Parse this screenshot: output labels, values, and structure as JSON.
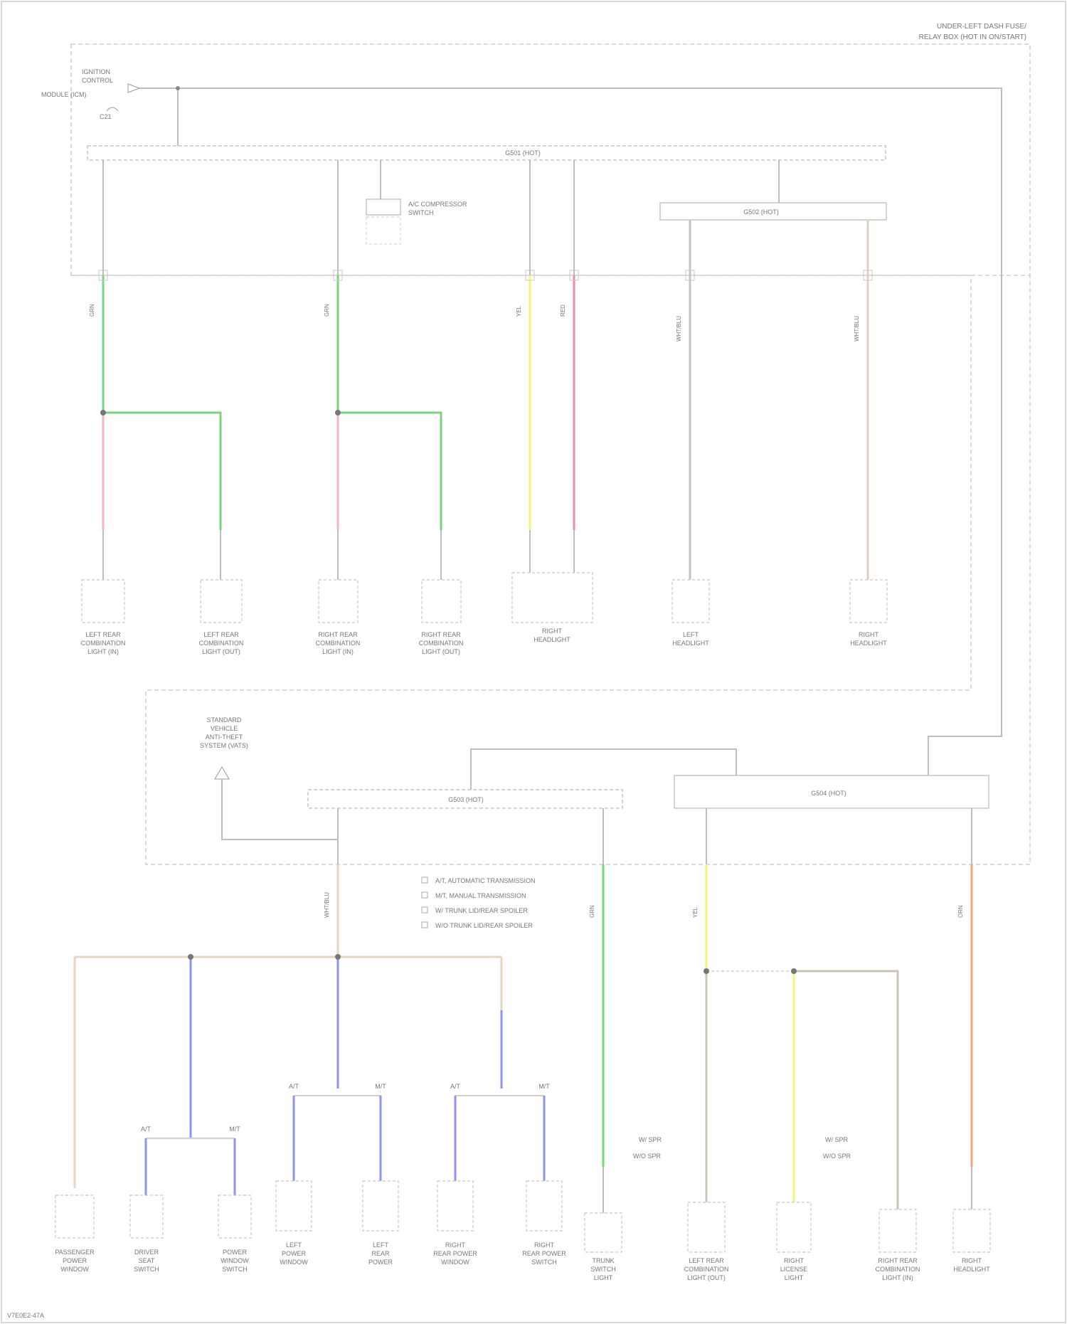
{
  "header": {
    "line1": "UNDER-LEFT DASH FUSE/",
    "line2": "RELAY BOX (HOT IN ON/START)"
  },
  "source": {
    "line1": "IGNITION",
    "line2": "CONTROL",
    "line3": "MODULE (ICM)",
    "fuse": "C21"
  },
  "buses": {
    "top_main": "G501 (HOT)",
    "top_right": "G502 (HOT)",
    "bottom_left": "G503 (HOT)",
    "bottom_right": "G504 (HOT)"
  },
  "subsidiary_switch": {
    "line1": "A/C COMPRESSOR",
    "line2": "SWITCH"
  },
  "warning_module": {
    "line1": "STANDARD",
    "line2": "VEHICLE",
    "line3": "ANTI-THEFT",
    "line4": "SYSTEM (VATS)"
  },
  "legend": [
    "A/T, AUTOMATIC TRANSMISSION",
    "M/T, MANUAL TRANSMISSION",
    "W/ TRUNK LID/REAR SPOILER",
    "W/O TRUNK LID/REAR SPOILER"
  ],
  "top_components": [
    {
      "line1": "LEFT REAR",
      "line2": "COMBINATION",
      "line3": "LIGHT (IN)"
    },
    {
      "line1": "LEFT REAR",
      "line2": "COMBINATION",
      "line3": "LIGHT (OUT)"
    },
    {
      "line1": "RIGHT REAR",
      "line2": "COMBINATION",
      "line3": "LIGHT (IN)"
    },
    {
      "line1": "RIGHT REAR",
      "line2": "COMBINATION",
      "line3": "LIGHT (OUT)"
    },
    {
      "line1": "RIGHT",
      "line2": "HEADLIGHT",
      "line3": ""
    },
    {
      "line1": "LEFT",
      "line2": "HEADLIGHT",
      "line3": ""
    },
    {
      "line1": "RIGHT",
      "line2": "HEADLIGHT",
      "line3": ""
    }
  ],
  "bottom_components": [
    {
      "line1": "PASSENGER",
      "line2": "POWER",
      "line3": "WINDOW"
    },
    {
      "line1": "DRIVER",
      "line2": "SEAT",
      "line3": "SWITCH"
    },
    {
      "line1": "POWER",
      "line2": "WINDOW",
      "line3": "SWITCH"
    },
    {
      "line1": "LEFT",
      "line2": "POWER",
      "line3": "WINDOW"
    },
    {
      "line1": "LEFT",
      "line2": "REAR",
      "line3": "POWER"
    },
    {
      "line1": "RIGHT",
      "line2": "REAR POWER",
      "line3": "WINDOW"
    },
    {
      "line1": "RIGHT",
      "line2": "REAR POWER",
      "line3": "SWITCH"
    },
    {
      "line1": "TRUNK",
      "line2": "SWITCH",
      "line3": "LIGHT"
    },
    {
      "line1": "LEFT REAR",
      "line2": "COMBINATION",
      "line3": "LIGHT (OUT)"
    },
    {
      "line1": "RIGHT",
      "line2": "LICENSE",
      "line3": "LIGHT"
    },
    {
      "line1": "RIGHT REAR",
      "line2": "COMBINATION",
      "line3": "LIGHT (IN)"
    },
    {
      "line1": "RIGHT",
      "line2": "HEADLIGHT",
      "line3": ""
    }
  ],
  "branch_labels": {
    "a1": "A/T",
    "b1": "M/T",
    "a2": "A/T",
    "b2": "M/T",
    "a3": "A/T",
    "b3": "M/T"
  },
  "side_notes": {
    "left_1": "W/ SPR",
    "left_2": "W/O SPR",
    "right_1": "W/ SPR",
    "right_2": "W/O SPR"
  },
  "wire_colors": {
    "w1": "GRN",
    "w2": "GRN",
    "w3": "YEL",
    "w4": "RED",
    "w5": "WHT/BLU",
    "w6": "WHT/BLU",
    "w7": "WHT/BLU",
    "w8": "GRN",
    "w9": "YEL",
    "w10": "ORN"
  },
  "footer": "V7E0E2-47A",
  "colors": {
    "green": "#7ed37e",
    "pink": "#f2b6c2",
    "yellow": "#f4f47a",
    "red": "#f08aa0",
    "blue": "#8f93ee",
    "tan": "#e5d6c2",
    "orange": "#f4a47a",
    "gray": "#bdbdbd",
    "olive": "#c9c6b6",
    "dash": "#cccccc"
  }
}
